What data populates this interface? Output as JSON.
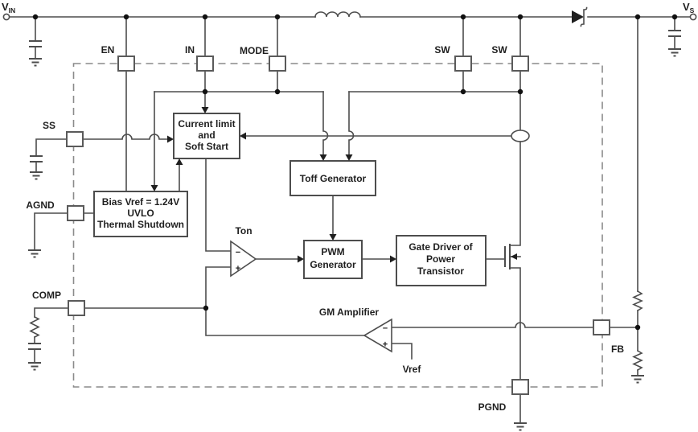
{
  "diagram": {
    "terminals": {
      "vin": {
        "name": "V",
        "sub": "IN"
      },
      "vs": {
        "name": "V",
        "sub": "S"
      }
    },
    "pins": {
      "en": "EN",
      "in": "IN",
      "mode": "MODE",
      "sw1": "SW",
      "sw2": "SW",
      "ss": "SS",
      "agnd": "AGND",
      "comp": "COMP",
      "fb": "FB",
      "pgnd": "PGND"
    },
    "blocks": {
      "current_limit": {
        "lines": [
          "Current limit",
          "and",
          "Soft Start"
        ]
      },
      "bias": {
        "lines": [
          "Bias Vref = 1.24V",
          "UVLO",
          "Thermal Shutdown"
        ]
      },
      "toff_generator": {
        "label": "Toff Generator"
      },
      "pwm_generator": {
        "lines": [
          "PWM",
          "Generator"
        ]
      },
      "gate_driver": {
        "lines": [
          "Gate Driver of",
          "Power",
          "Transistor"
        ]
      }
    },
    "annotations": {
      "ton": "Ton",
      "gm_amplifier": "GM Amplifier",
      "vref": "Vref"
    },
    "operators": {
      "minus": "−",
      "plus": "+"
    },
    "colors": {
      "background": "#ffffff",
      "wire": "#4d4d4d",
      "text": "#1f1f1f",
      "boundary_dash": "#8a8a8a",
      "component_fill": "#ffffff"
    }
  }
}
